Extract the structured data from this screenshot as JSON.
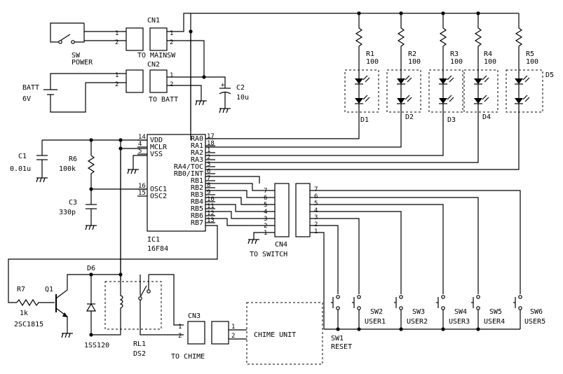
{
  "connectors": {
    "cn1": {
      "name": "CN1",
      "caption": "TO MAINSW",
      "pins": [
        "1",
        "2"
      ]
    },
    "cn2": {
      "name": "CN2",
      "caption": "TO BATT",
      "pins": [
        "1",
        "2"
      ]
    },
    "cn3": {
      "name": "CN3",
      "caption": "TO CHIME",
      "pins": [
        "1",
        "2"
      ]
    },
    "cn4": {
      "name": "CN4",
      "caption": "TO SWITCH",
      "pins": [
        "7",
        "6",
        "5",
        "4",
        "3",
        "2",
        "1"
      ]
    }
  },
  "power": {
    "sw_label": "SW",
    "sw_sub": "POWER",
    "batt_label": "BATT",
    "batt_value": "6V"
  },
  "passives": {
    "c2": {
      "name": "C2",
      "value": "10u"
    },
    "c1": {
      "name": "C1",
      "value": "0.01u"
    },
    "r6": {
      "name": "R6",
      "value": "100k"
    },
    "c3": {
      "name": "C3",
      "value": "330p"
    },
    "r7": {
      "name": "R7",
      "value": "1k"
    }
  },
  "resistors": [
    {
      "name": "R1",
      "value": "100"
    },
    {
      "name": "R2",
      "value": "100"
    },
    {
      "name": "R3",
      "value": "100"
    },
    {
      "name": "R4",
      "value": "100"
    },
    {
      "name": "R5",
      "value": "100"
    }
  ],
  "leds": [
    "D1",
    "D2",
    "D3",
    "D4",
    "D5"
  ],
  "ic": {
    "name": "IC1",
    "part": "16F84",
    "left_pins": [
      {
        "num": "14",
        "name": "VDD"
      },
      {
        "num": "4",
        "name": "MCLR"
      },
      {
        "num": "5",
        "name": "VSS"
      },
      {
        "num": "16",
        "name": "OSC1"
      },
      {
        "num": "15",
        "name": "OSC2"
      }
    ],
    "right_pins": [
      {
        "num": "17",
        "name": "RA0"
      },
      {
        "num": "18",
        "name": "RA1"
      },
      {
        "num": "1",
        "name": "RA2"
      },
      {
        "num": "2",
        "name": "RA3"
      },
      {
        "num": "3",
        "name": "RA4/TOC"
      },
      {
        "num": "6",
        "name": "RB0/INT"
      },
      {
        "num": "7",
        "name": "RB1"
      },
      {
        "num": "8",
        "name": "RB2"
      },
      {
        "num": "9",
        "name": "RB3"
      },
      {
        "num": "10",
        "name": "RB4"
      },
      {
        "num": "11",
        "name": "RB5"
      },
      {
        "num": "12",
        "name": "RB6"
      },
      {
        "num": "13",
        "name": "RB7"
      }
    ]
  },
  "transistor": {
    "name": "Q1",
    "part": "2SC1815"
  },
  "diode": {
    "name": "D6",
    "part": "1SS120"
  },
  "relay": {
    "name": "RL1",
    "part": "DS2"
  },
  "chime": {
    "label": "CHIME UNIT"
  },
  "switches": [
    {
      "name": "SW1",
      "label": "RESET"
    },
    {
      "name": "SW2",
      "label": "USER1"
    },
    {
      "name": "SW3",
      "label": "USER2"
    },
    {
      "name": "SW4",
      "label": "USER3"
    },
    {
      "name": "SW5",
      "label": "USER4"
    },
    {
      "name": "SW6",
      "label": "USER5"
    }
  ]
}
